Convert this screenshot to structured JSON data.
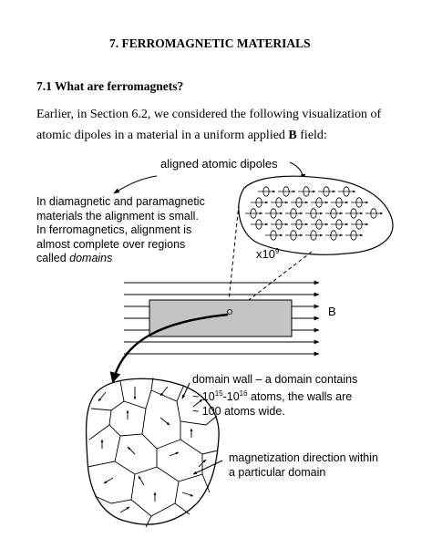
{
  "section_title": "7. FERROMAGNETIC MATERIALS",
  "subsection_title": "7.1 What are ferromagnets?",
  "intro": {
    "line1": "Earlier, in Section 6.2, we considered the following visualization of",
    "line2_before": "atomic dipoles in a material in a uniform applied ",
    "line2_bold": "B",
    "line2_after": " field:"
  },
  "figure": {
    "aligned_label": "aligned atomic dipoles",
    "note_lines": [
      "In diamagnetic and paramagnetic",
      "materials the alignment is small.",
      "In ferromagnetics, alignment is",
      "almost complete over regions"
    ],
    "note_last_prefix": "called ",
    "note_last_italic": "domains",
    "magnification_base": "x10",
    "magnification_exp": "9",
    "field_label": "B",
    "domain_wall": {
      "line1": "domain wall – a domain contains",
      "line2_a": "~ 10",
      "line2_exp1": "15",
      "line2_b": "-10",
      "line2_exp2": "16",
      "line2_c": " atoms, the walls are",
      "line3": "~ 100 atoms wide."
    },
    "magnetization_label": {
      "line1": "magnetization direction within",
      "line2": "a particular domain"
    }
  }
}
